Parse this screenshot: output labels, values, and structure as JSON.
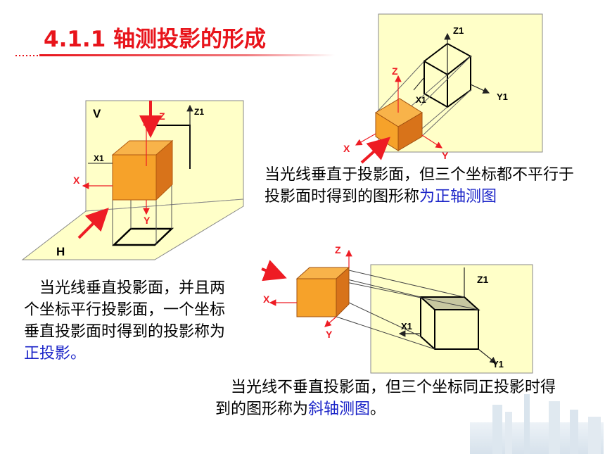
{
  "title": "4.1.1  轴测投影的形成",
  "figures": {
    "fig_orthographic": {
      "plane_v": "V",
      "plane_h": "H",
      "axis_z": "Z",
      "axis_z1": "Z1",
      "axis_x": "X",
      "axis_x1": "X1",
      "axis_y": "Y"
    },
    "fig_normal_axonometric": {
      "axis_z1": "Z1",
      "axis_z": "Z",
      "axis_x1": "X1",
      "axis_y1": "Y1",
      "axis_x": "X",
      "axis_y": "Y"
    },
    "fig_oblique_axonometric": {
      "axis_z": "Z",
      "axis_x": "X",
      "axis_y": "Y",
      "axis_z1": "Z1",
      "axis_x1": "X1",
      "axis_y1": "Y1"
    }
  },
  "captions": {
    "normal_axonometric": {
      "text": "当光线垂直于投影面，但三个坐标都不平行于投影面时得到的图形称",
      "term": "为正轴测图"
    },
    "orthographic": {
      "text": "当光线垂直投影面，并且两个坐标平行投影面，一个坐标垂直投影面时得到的投影称为",
      "term": "正投影。"
    },
    "oblique_axonometric": {
      "text": "当光线不垂直投影面，但三个坐标同正投影时得到的图形称为",
      "term": "斜轴测图",
      "tail": "。"
    }
  },
  "colors": {
    "title": "#e8141b",
    "plane": "#ffffc8",
    "cube_front": "#f6a22a",
    "cube_side": "#d8731a",
    "arrow": "#ee1c24",
    "term": "#1a23c8"
  }
}
